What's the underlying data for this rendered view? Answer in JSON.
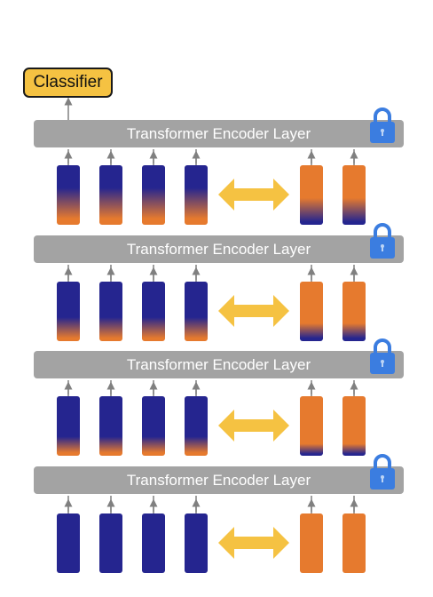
{
  "classifier": {
    "label": "Classifier"
  },
  "layers": [
    {
      "label": "Transformer Encoder Layer",
      "locked": true
    },
    {
      "label": "Transformer Encoder Layer",
      "locked": true
    },
    {
      "label": "Transformer Encoder Layer",
      "locked": true
    },
    {
      "label": "Transformer Encoder Layer",
      "locked": true
    }
  ],
  "token_groups": [
    {
      "left_tokens": 4,
      "right_tokens": 2,
      "blend": "strong"
    },
    {
      "left_tokens": 4,
      "right_tokens": 2,
      "blend": "medium"
    },
    {
      "left_tokens": 4,
      "right_tokens": 2,
      "blend": "light"
    },
    {
      "left_tokens": 4,
      "right_tokens": 2,
      "blend": "none"
    }
  ],
  "colors": {
    "blue": "#25258f",
    "orange": "#e67a2e",
    "layer_gray": "#a3a3a3",
    "classifier": "#f5c242",
    "exchange_arrow": "#f5c242",
    "lock": "#3b7de0",
    "arrow_gray": "#808080"
  },
  "icons": {
    "lock": "lock-icon",
    "exchange": "double-arrow-icon"
  }
}
